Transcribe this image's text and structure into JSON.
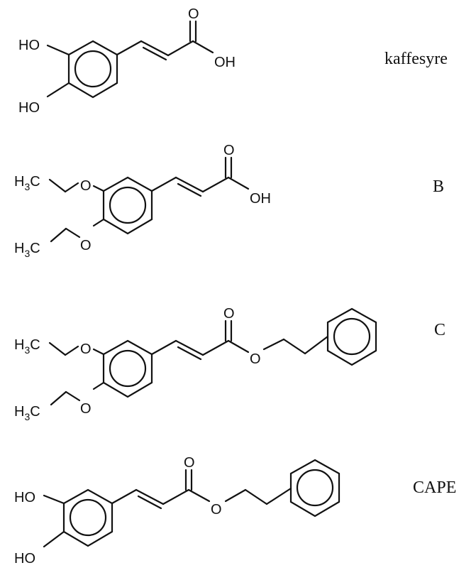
{
  "compounds": [
    {
      "name": "kaffesyre",
      "atoms": {
        "oh_upper": "HO",
        "oh_lower": "HO",
        "carbonyl_o": "O",
        "acid_oh": "OH"
      }
    },
    {
      "name": "B",
      "atoms": {
        "methyl_upper": "H",
        "methyl_upper_sub": "3",
        "methyl_upper_c": "C",
        "ether_o_upper": "O",
        "methyl_lower": "H",
        "methyl_lower_sub": "3",
        "methyl_lower_c": "C",
        "ether_o_lower": "O",
        "carbonyl_o": "O",
        "acid_oh": "OH"
      }
    },
    {
      "name": "C",
      "atoms": {
        "methyl_upper": "H",
        "methyl_upper_sub": "3",
        "methyl_upper_c": "C",
        "ether_o_upper": "O",
        "methyl_lower": "H",
        "methyl_lower_sub": "3",
        "methyl_lower_c": "C",
        "ether_o_lower": "O",
        "carbonyl_o": "O",
        "ester_o": "O"
      }
    },
    {
      "name": "CAPE",
      "atoms": {
        "oh_upper": "HO",
        "oh_lower": "HO",
        "carbonyl_o": "O",
        "ester_o": "O"
      }
    }
  ]
}
